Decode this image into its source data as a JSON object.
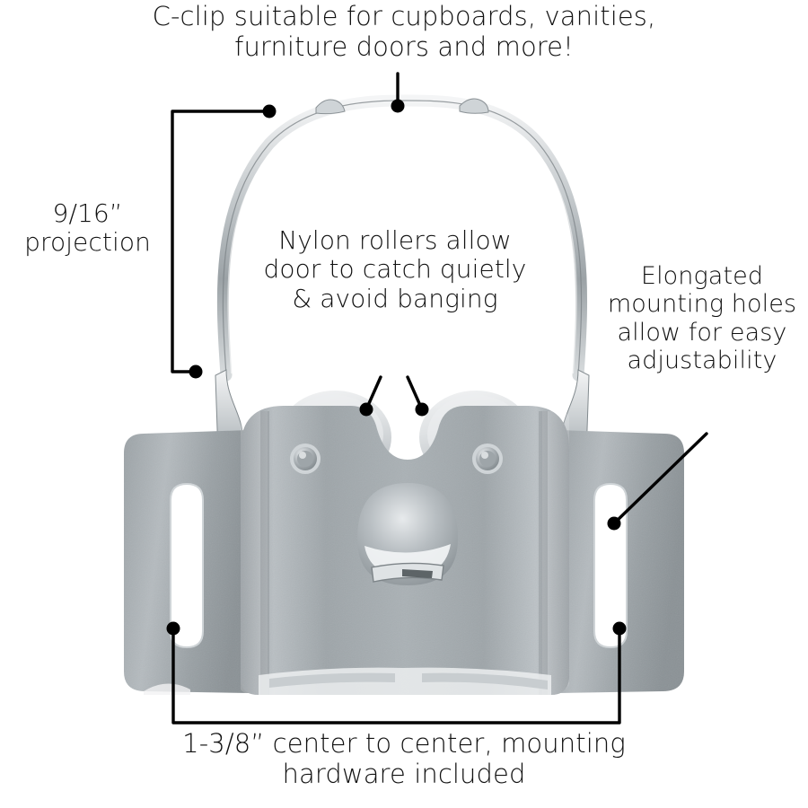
{
  "page": {
    "background": "#ffffff",
    "title": "C-clip roller catch product infographic"
  },
  "callouts": {
    "top": "C-clip suitable for cupboards, vanities, furniture doors and more!",
    "left": "9/16” projection",
    "center": "Nylon rollers allow door to catch quietly & avoid banging",
    "right": "Elongated mounting holes allow for easy adjustability",
    "bottom": "1-3/8” center to center, mounting hardware included"
  },
  "measurements": {
    "projection": "9/16”",
    "center_to_center": "1-3/8”"
  },
  "colors": {
    "text": "#111111",
    "leader_line": "#000000",
    "steel_light": "#e8eaec",
    "steel_mid": "#9ba1a5",
    "steel_dark": "#6f767b",
    "nylon_roller": "#d9dcde",
    "background": "#ffffff"
  },
  "parts": {
    "clip": "c-clip spring band",
    "rollers": "nylon rollers",
    "rivets": "steel rivets",
    "slots": "elongated mounting holes",
    "dome": "embossed center dome"
  }
}
